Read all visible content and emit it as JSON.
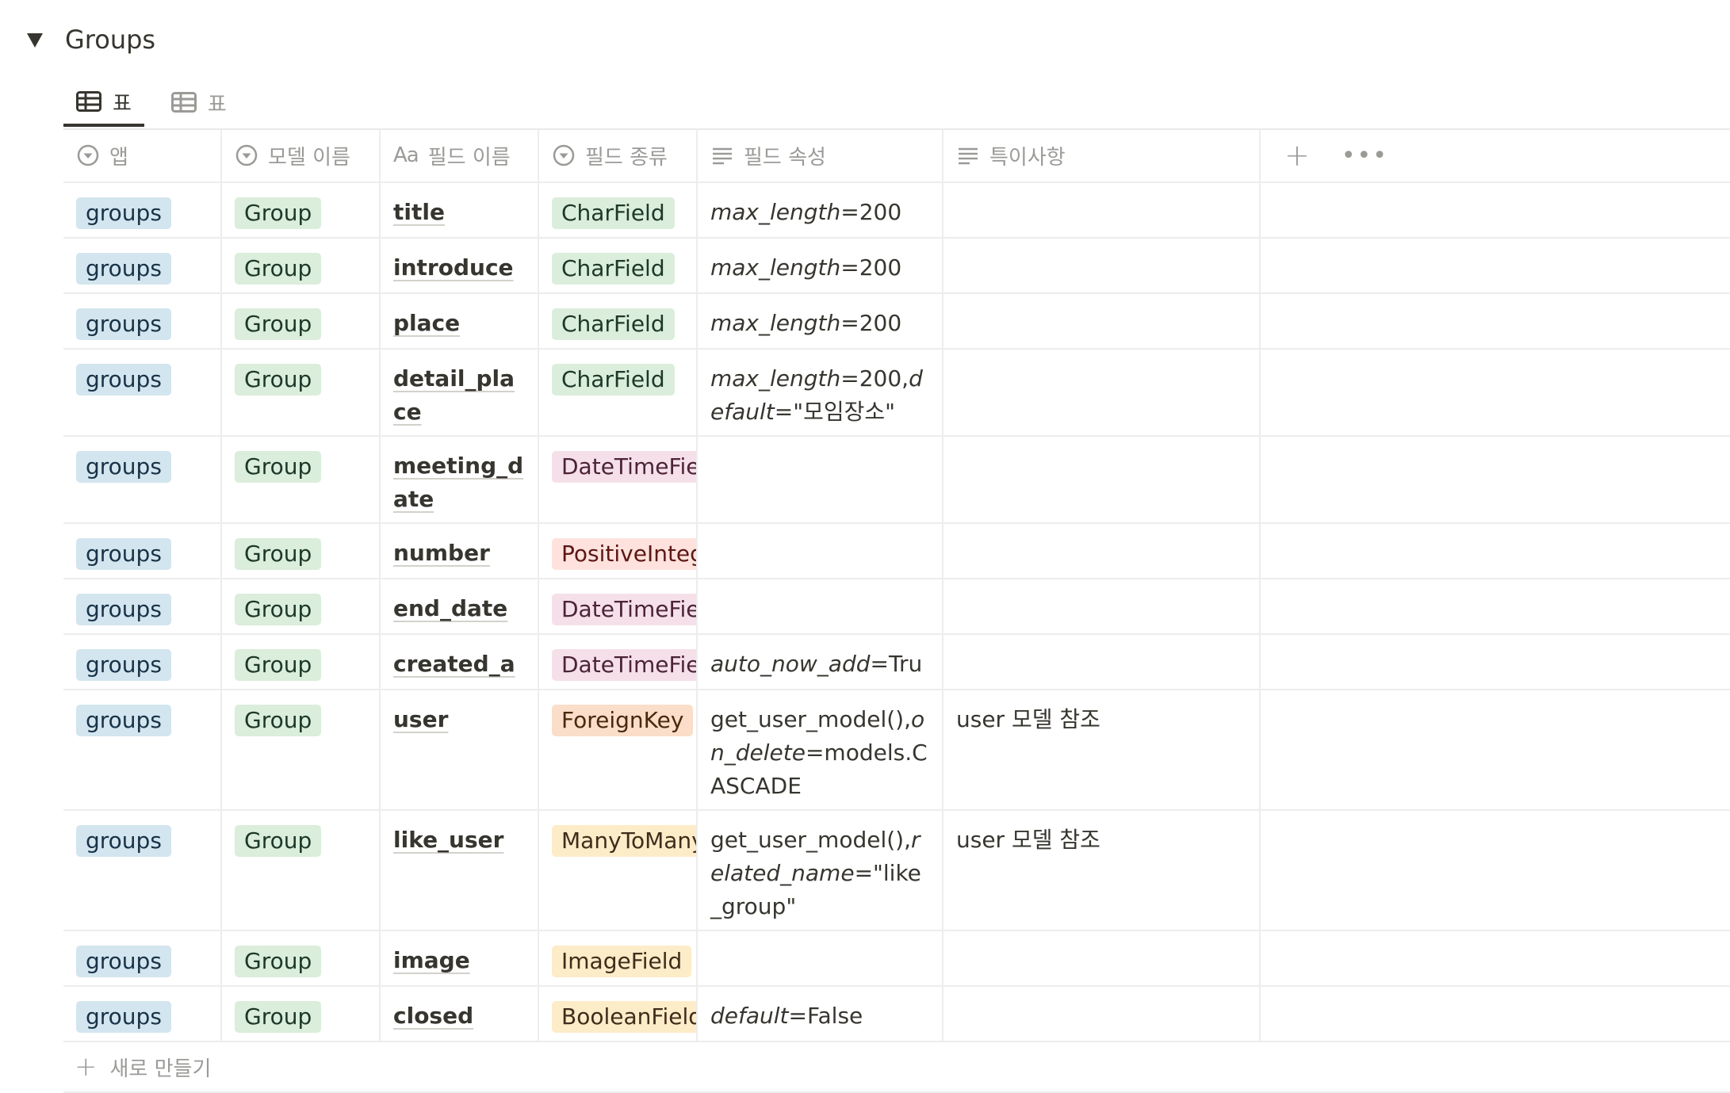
{
  "toggle": {
    "title": "Groups"
  },
  "views": [
    {
      "label": "표",
      "active": true
    },
    {
      "label": "표",
      "active": false
    }
  ],
  "columns": [
    {
      "label": "앱",
      "icon": "select-icon"
    },
    {
      "label": "모델 이름",
      "icon": "select-icon"
    },
    {
      "label": "필드 이름",
      "icon": "title-aa-icon",
      "prefix": "Aa"
    },
    {
      "label": "필드 종류",
      "icon": "select-icon"
    },
    {
      "label": "필드 속성",
      "icon": "text-lines-icon"
    },
    {
      "label": "특이사항",
      "icon": "text-lines-icon"
    }
  ],
  "header_actions": {
    "add": "+",
    "more": "•••"
  },
  "rows": [
    {
      "app": "groups",
      "model": "Group",
      "field": "title",
      "type": "CharField",
      "type_color": "green",
      "attr": [
        {
          "t": "max_length",
          "i": true
        },
        {
          "t": "=200",
          "i": false
        }
      ],
      "note": "",
      "h": 98
    },
    {
      "app": "groups",
      "model": "Group",
      "field": "introduce",
      "type": "CharField",
      "type_color": "green",
      "attr": [
        {
          "t": "max_length",
          "i": true
        },
        {
          "t": "=200",
          "i": false
        }
      ],
      "note": "",
      "h": 98
    },
    {
      "app": "groups",
      "model": "Group",
      "field": "place",
      "type": "CharField",
      "type_color": "green",
      "attr": [
        {
          "t": "max_length",
          "i": true
        },
        {
          "t": "=200",
          "i": false
        }
      ],
      "note": "",
      "h": 98
    },
    {
      "app": "groups",
      "model": "Group",
      "field": "detail_place",
      "type": "CharField",
      "type_color": "green",
      "attr": [
        {
          "t": "max_length",
          "i": true
        },
        {
          "t": "=200,",
          "i": false
        },
        {
          "t": "default",
          "i": true
        },
        {
          "t": "=\"모임장소\"",
          "i": false
        }
      ],
      "note": "",
      "h": 156
    },
    {
      "app": "groups",
      "model": "Group",
      "field": "meeting_date",
      "type": "DateTimeField",
      "type_color": "pink",
      "attr": [],
      "note": "",
      "h": 156
    },
    {
      "app": "groups",
      "model": "Group",
      "field": "number",
      "type": "PositiveIntegerField",
      "type_color": "red",
      "attr": [],
      "note": "",
      "h": 98
    },
    {
      "app": "groups",
      "model": "Group",
      "field": "end_date",
      "type": "DateTimeField",
      "type_color": "pink",
      "attr": [],
      "note": "",
      "h": 98
    },
    {
      "app": "groups",
      "model": "Group",
      "field": "created_at",
      "type": "DateTimeField",
      "type_color": "pink",
      "attr": [
        {
          "t": "auto_now_add",
          "i": true
        },
        {
          "t": "=True",
          "i": false
        }
      ],
      "note": "",
      "h": 98
    },
    {
      "app": "groups",
      "model": "Group",
      "field": "user",
      "type": "ForeignKey",
      "type_color": "orange",
      "attr": [
        {
          "t": "get_user_model(),",
          "i": false
        },
        {
          "t": "on_delete",
          "i": true
        },
        {
          "t": "=models.CASCADE",
          "i": false
        }
      ],
      "note": "user 모델 참조",
      "h": 216
    },
    {
      "app": "groups",
      "model": "Group",
      "field": "like_user",
      "type": "ManyToManyField",
      "type_color": "yellow",
      "attr": [
        {
          "t": "get_user_model(),",
          "i": false
        },
        {
          "t": "related_name",
          "i": true
        },
        {
          "t": "=\"like_group\"",
          "i": false
        }
      ],
      "note": "user 모델 참조",
      "h": 216
    },
    {
      "app": "groups",
      "model": "Group",
      "field": "image",
      "type": "ImageField",
      "type_color": "yellow",
      "attr": [],
      "note": "",
      "h": 98
    },
    {
      "app": "groups",
      "model": "Group",
      "field": "closed",
      "type": "BooleanField",
      "type_color": "yellow",
      "attr": [
        {
          "t": "default",
          "i": true
        },
        {
          "t": "=False",
          "i": false
        }
      ],
      "note": "",
      "h": 98
    }
  ],
  "new_row": {
    "label": "새로 만들기",
    "icon": "+"
  }
}
